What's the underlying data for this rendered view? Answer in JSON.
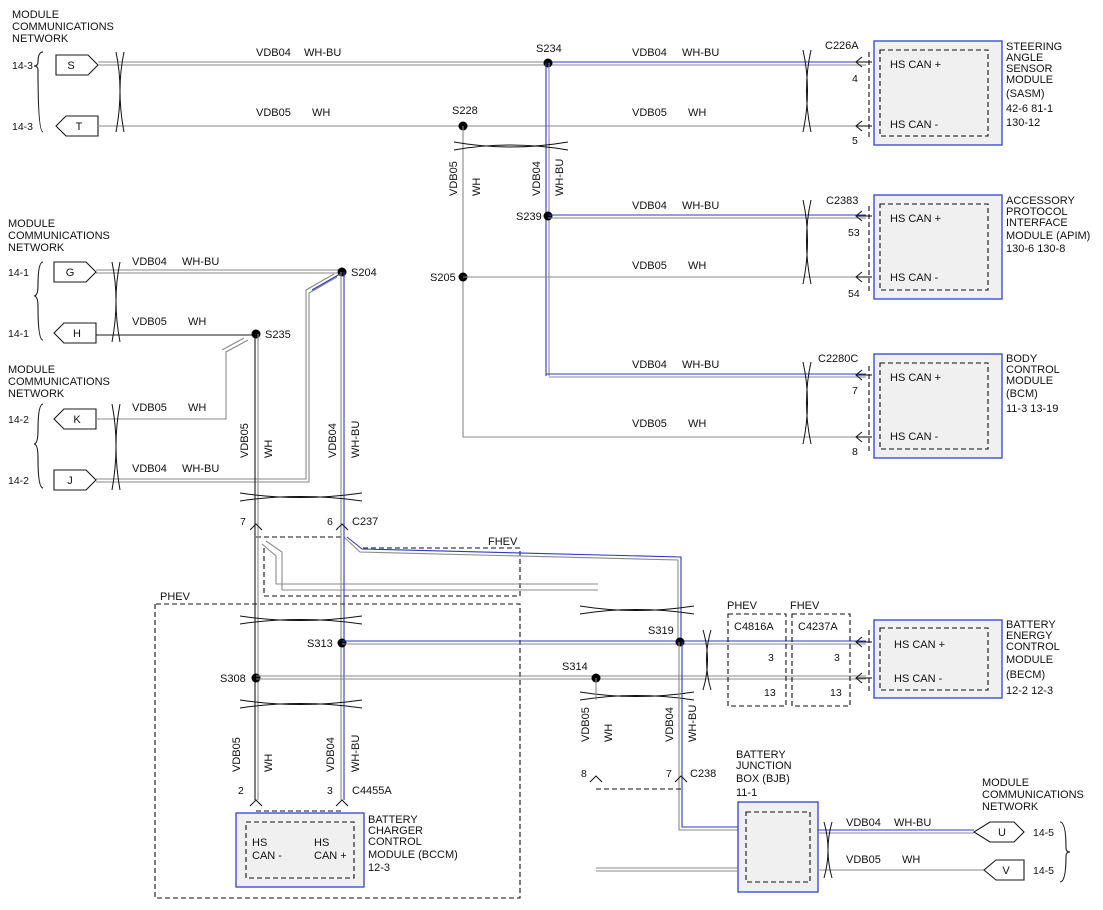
{
  "network_label": [
    "MODULE",
    "COMMUNICATIONS",
    "NETWORK"
  ],
  "wires": {
    "vdb04": "VDB04",
    "vdb05": "VDB05",
    "wh_bu": "WH-BU",
    "wh": "WH"
  },
  "connectors": {
    "s": "S",
    "t": "T",
    "g": "G",
    "h": "H",
    "k": "K",
    "j": "J",
    "u": "U",
    "v": "V"
  },
  "page_refs": {
    "r14_3": "14-3",
    "r14_1": "14-1",
    "r14_2": "14-2",
    "r14_5": "14-5"
  },
  "splices": {
    "s234": "S234",
    "s228": "S228",
    "s239": "S239",
    "s205": "S205",
    "s204": "S204",
    "s235": "S235",
    "s313": "S313",
    "s308": "S308",
    "s314": "S314",
    "s319": "S319"
  },
  "connector_ids": {
    "c226a": "C226A",
    "c2383": "C2383",
    "c2280c": "C2280C",
    "c237": "C237",
    "c4816a": "C4816A",
    "c4237a": "C4237A",
    "c238": "C238",
    "c4455a": "C4455A"
  },
  "pins": {
    "p4": "4",
    "p5": "5",
    "p53": "53",
    "p54": "54",
    "p7": "7",
    "p8": "8",
    "p6": "6",
    "p3": "3",
    "p13": "13",
    "p2": "2"
  },
  "options": {
    "phev": "PHEV",
    "fhev": "FHEV"
  },
  "terminals": {
    "hs_can_plus": "HS CAN +",
    "hs_can_minus": "HS CAN -",
    "hs": "HS",
    "can_minus": "CAN -",
    "can_plus": "CAN +"
  },
  "modules": {
    "sasm": {
      "lines": [
        "STEERING",
        "ANGLE",
        "SENSOR",
        "MODULE",
        "(SASM)",
        "42-6   81-1",
        "130-12"
      ]
    },
    "apim": {
      "lines": [
        "ACCESSORY",
        "PROTOCOL",
        "INTERFACE",
        "MODULE (APIM)",
        "130-6  130-8"
      ]
    },
    "bcm": {
      "lines": [
        "BODY",
        "CONTROL",
        "MODULE",
        "(BCM)",
        "11-3   13-19"
      ]
    },
    "becm": {
      "lines": [
        "BATTERY",
        "ENERGY",
        "CONTROL",
        "MODULE",
        "(BECM)",
        "12-2    12-3"
      ]
    },
    "bjb": {
      "lines": [
        "BATTERY",
        "JUNCTION",
        "BOX (BJB)",
        "11-1"
      ]
    },
    "bccm": {
      "lines": [
        "BATTERY",
        "CHARGER",
        "CONTROL",
        "MODULE (BCCM)",
        "12-3"
      ]
    }
  },
  "colors": {
    "wire_blue": "#2b39c4",
    "wire_gray": "#8a8a8a",
    "module_border": "#3b4fd6",
    "module_fill": "#f0f0f0"
  }
}
